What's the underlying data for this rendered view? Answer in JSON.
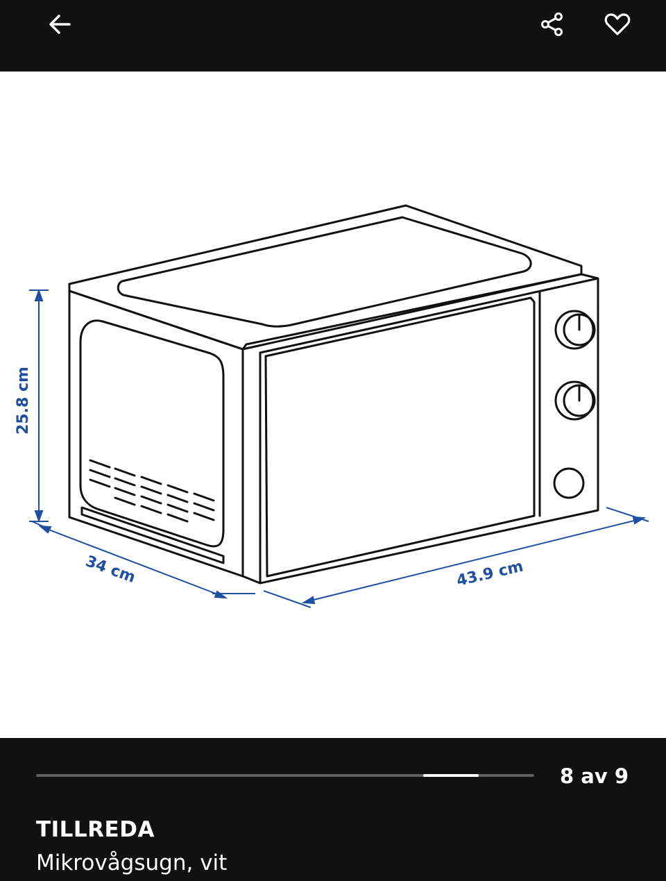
{
  "header": {
    "icons": [
      "arrow-left-icon",
      "share-icon",
      "heart-icon"
    ]
  },
  "image": {
    "dimensions": {
      "height": "25.8 cm",
      "depth": "34 cm",
      "width": "43.9 cm"
    },
    "dimension_color": "#1f4fa3"
  },
  "gallery": {
    "counter": "8 av 9",
    "current": 8,
    "total": 9
  },
  "product": {
    "name": "TILLREDA",
    "description": "Mikrovågsugn, vit"
  },
  "colors": {
    "bar_background": "#111111",
    "image_background": "#ffffff",
    "progress_track": "#5e5e5e",
    "progress_fill": "#ffffff"
  }
}
